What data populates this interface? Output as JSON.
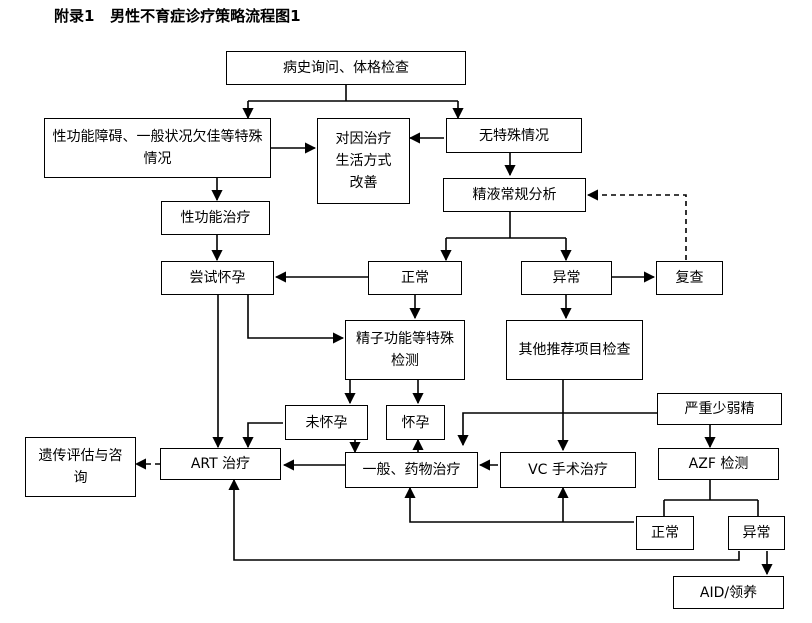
{
  "title": {
    "prefix": "附录1",
    "text": "男性不育症诊疗策略流程图1"
  },
  "nodes": {
    "history_exam": "病史询问、体格检查",
    "sexual_dysfunction": "性功能障碍、一般状况欠佳等特殊情况",
    "etiologic_treatment": "对因治疗生活方式改善",
    "no_special": "无特殊情况",
    "semen_analysis": "精液常规分析",
    "sexual_treatment": "性功能治疗",
    "try_conception": "尝试怀孕",
    "normal_1": "正常",
    "abnormal_1": "异常",
    "recheck": "复查",
    "sperm_function": "精子功能等特殊检测",
    "other_tests": "其他推荐项目检查",
    "not_pregnant": "未怀孕",
    "pregnant": "怀孕",
    "severe_oligo": "严重少弱精",
    "genetic_counseling": "遗传评估与咨询",
    "art": "ART 治疗",
    "general_drug": "一般、药物治疗",
    "vc_surgery": "VC 手术治疗",
    "azf_test": "AZF 检测",
    "normal_2": "正常",
    "abnormal_2": "异常",
    "aid_adoption": "AID/领养"
  }
}
